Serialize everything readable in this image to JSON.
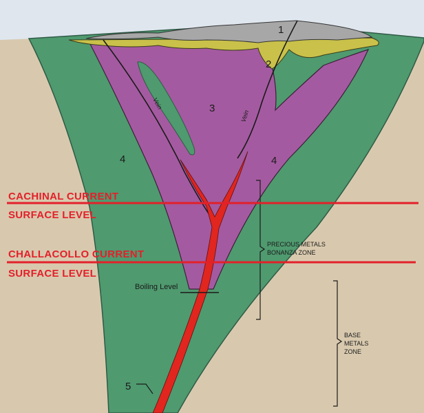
{
  "units": {
    "unit_1": "1",
    "unit_2": "2",
    "unit_3": "3",
    "unit_4_left": "4",
    "unit_4_right": "4",
    "unit_5": "5"
  },
  "vein_labels": {
    "left": "Vein",
    "right": "Vein"
  },
  "boiling_level": "Boiling Level",
  "zones": {
    "precious_line1": "PRECIOUS METALS",
    "precious_line2": "BONANZA ZONE",
    "base_line1": "BASE",
    "base_line2": "METALS",
    "base_line3": "ZONE"
  },
  "levels": {
    "cachinal_line1": "CACHINAL CURRENT",
    "cachinal_line2": "SURFACE LEVEL",
    "challacollo_line1": "CHALLACOLLO CURRENT",
    "challacollo_line2": "SURFACE LEVEL"
  },
  "colors": {
    "sky": "#dfe6ee",
    "host_rock": "#d8c9ae",
    "green_alteration": "#4f9a6f",
    "purple_alteration": "#a45aa0",
    "sinter_yellow": "#c9c14a",
    "cap_gray": "#a7a7a7",
    "vein_red": "#e1261f",
    "marker_red": "#e3202a"
  }
}
